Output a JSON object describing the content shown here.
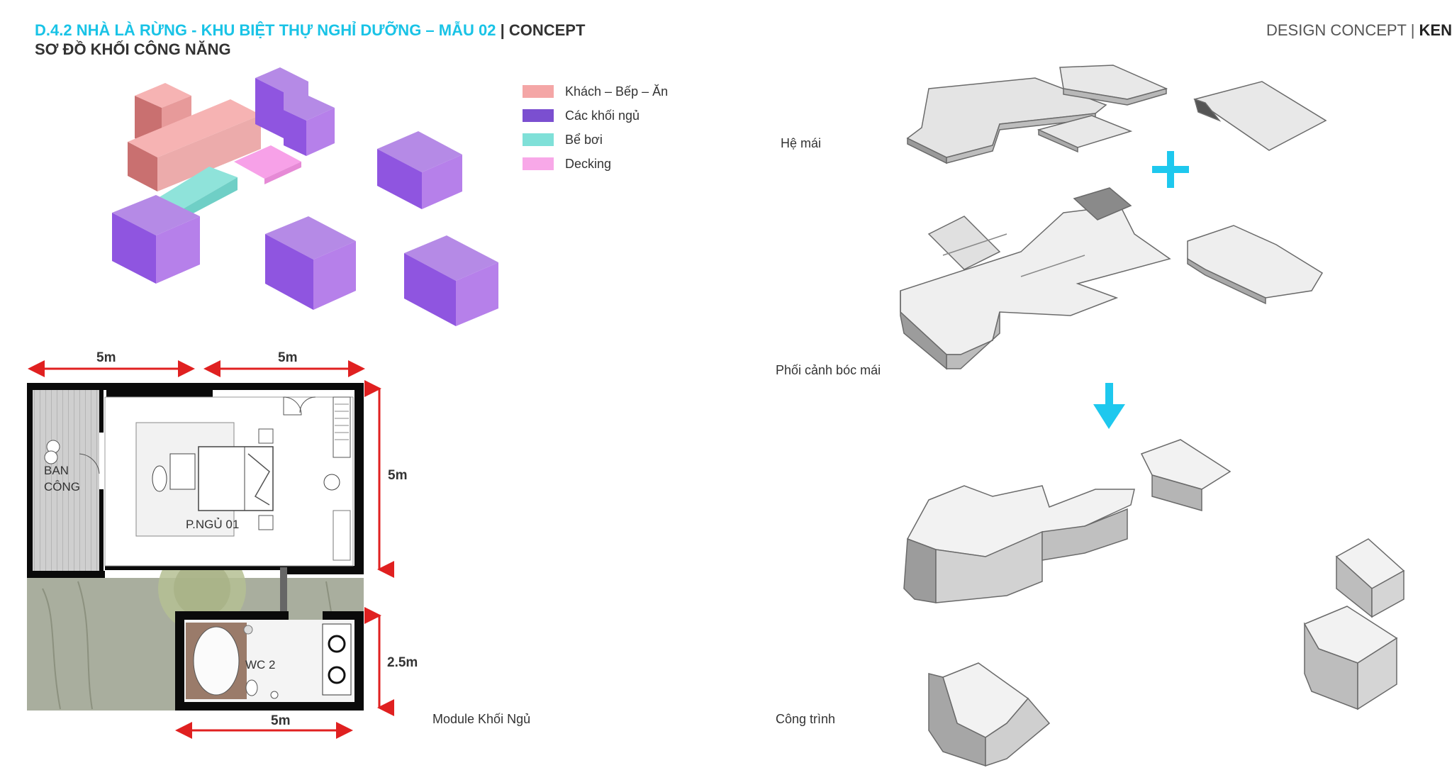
{
  "header": {
    "title_main": "D.4.2 NHÀ LÀ RỪNG - KHU BIỆT THỰ NGHỈ DƯỠNG – MẪU 02",
    "title_separator": " | ",
    "title_concept": "CONCEPT",
    "subtitle": "SƠ ĐỒ KHỐI CÔNG NĂNG",
    "right_prefix": "DESIGN CONCEPT | ",
    "right_brand": "KEN"
  },
  "legend": [
    {
      "label": "Khách – Bếp – Ăn",
      "color": "#f4a6a6"
    },
    {
      "label": "Các khối ngủ",
      "color": "#7b4fd0"
    },
    {
      "label": "Bể bơi",
      "color": "#7fe0d8"
    },
    {
      "label": "Decking",
      "color": "#f8a8e8"
    }
  ],
  "colors": {
    "pink_top": "#f6b3b3",
    "pink_front": "#e79a9a",
    "pink_side": "#c97070",
    "purple_top": "#b58ae6",
    "purple_front": "#8f55e0",
    "purple_side": "#b680ea",
    "pool": "#8fe3da",
    "decking": "#f7a1e8",
    "dim_red": "#e02020",
    "arrow_cyan": "#1ec8ee"
  },
  "plan": {
    "dim_top_left": "5m",
    "dim_top_right": "5m",
    "dim_right_top": "5m",
    "dim_right_bottom": "2.5m",
    "dim_bottom": "5m",
    "room_balcony_l1": "BAN",
    "room_balcony_l2": "CÔNG",
    "room_bedroom": "P.NGỦ 01",
    "room_wc": "WC 2",
    "caption": "Module Khối Ngủ"
  },
  "right_labels": {
    "roof": "Hệ mái",
    "cutaway": "Phối cảnh bóc mái",
    "building": "Công trình"
  }
}
